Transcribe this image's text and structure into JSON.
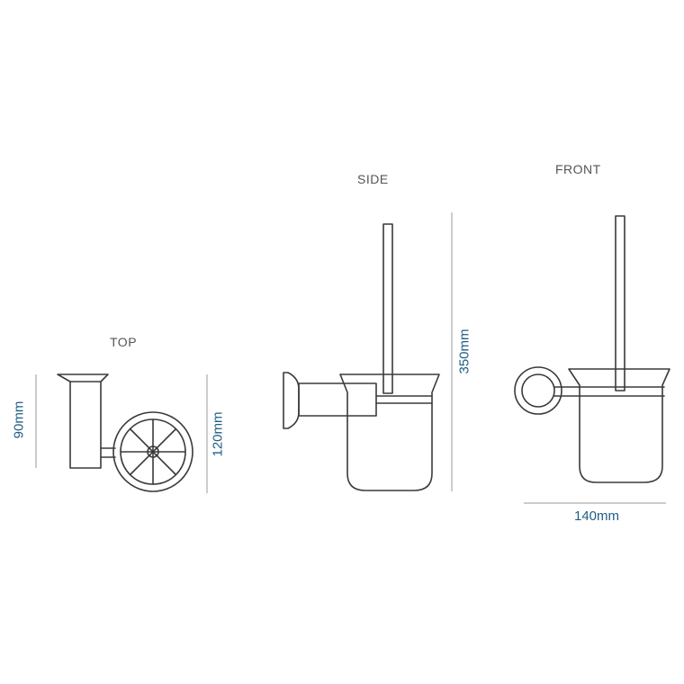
{
  "views": {
    "top": "TOP",
    "side": "SIDE",
    "front": "FRONT"
  },
  "dimensions": {
    "top_depth": "90mm",
    "top_width": "120mm",
    "side_height": "350mm",
    "front_width": "140mm"
  },
  "colors": {
    "line": "#3a3a3a",
    "dimension_text": "#1f5d85",
    "dimension_line": "#9a9a9a"
  }
}
